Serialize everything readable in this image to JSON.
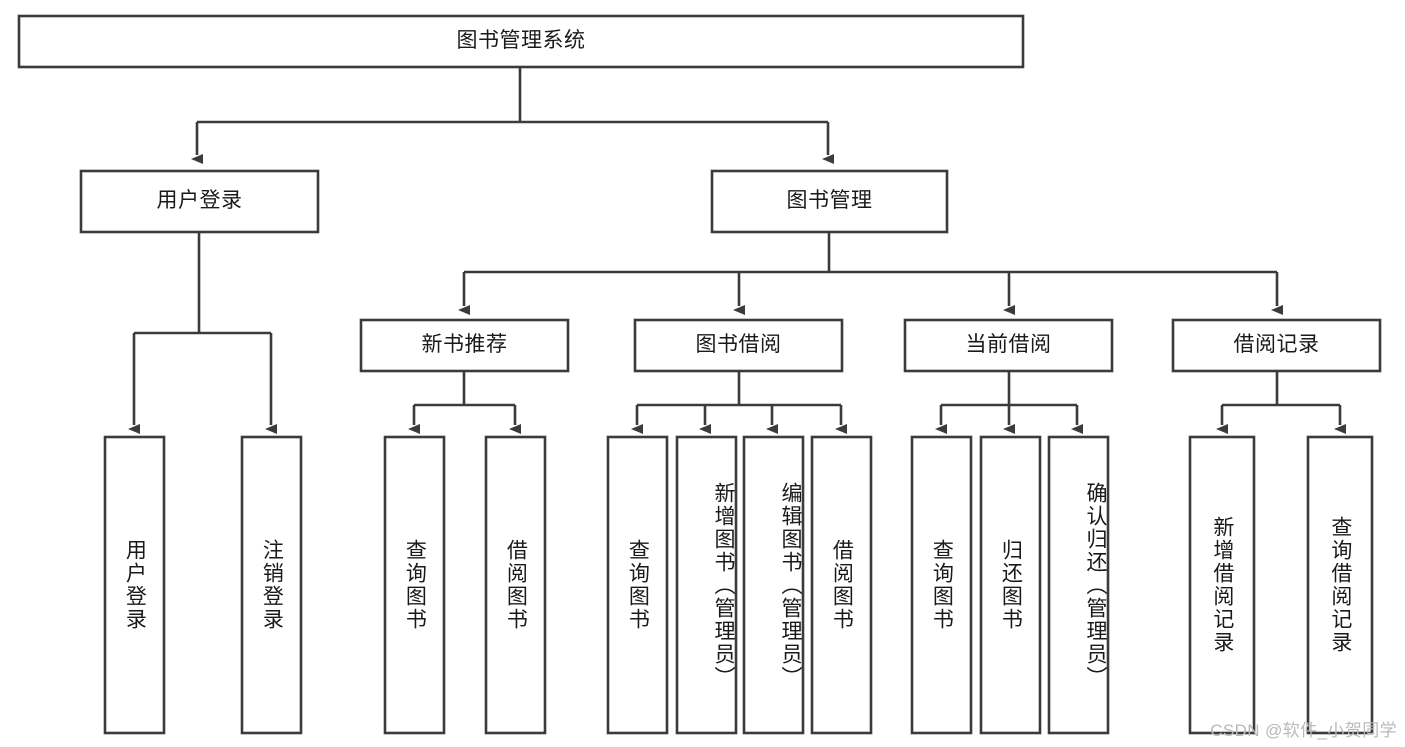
{
  "diagram": {
    "type": "tree",
    "title": "图书管理系统",
    "watermark": "CSDN @软件_小贺同学",
    "colors": {
      "box_stroke": "#3b3b3b",
      "box_fill": "#ffffff",
      "connector": "#3b3b3b",
      "text": "#1a1a1a",
      "watermark": "#b9b9b9",
      "background": "#ffffff"
    },
    "levels": {
      "root": {
        "label": "图书管理系统"
      },
      "level2": [
        {
          "label": "用户登录"
        },
        {
          "label": "图书管理"
        }
      ],
      "level3": [
        {
          "label": "新书推荐"
        },
        {
          "label": "图书借阅"
        },
        {
          "label": "当前借阅"
        },
        {
          "label": "借阅记录"
        }
      ],
      "leaves": {
        "user_login": [
          {
            "label": "用户登录"
          },
          {
            "label": "注销登录"
          }
        ],
        "new_book_recommend": [
          {
            "label": "查询图书"
          },
          {
            "label": "借阅图书"
          }
        ],
        "book_borrow": [
          {
            "label": "查询图书"
          },
          {
            "label": "新增图书（管理员）"
          },
          {
            "label": "编辑图书（管理员）"
          },
          {
            "label": "借阅图书"
          }
        ],
        "current_borrow": [
          {
            "label": "查询图书"
          },
          {
            "label": "归还图书"
          },
          {
            "label": "确认归还（管理员）"
          }
        ],
        "borrow_record": [
          {
            "label": "新增借阅记录"
          },
          {
            "label": "查询借阅记录"
          }
        ]
      }
    }
  }
}
